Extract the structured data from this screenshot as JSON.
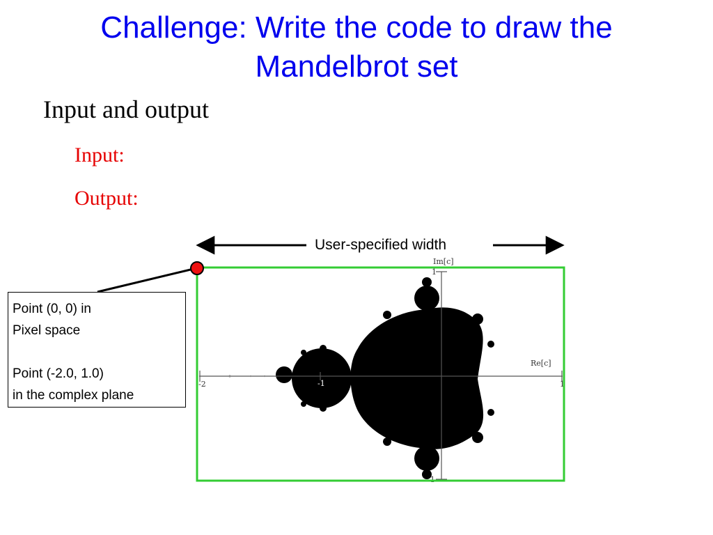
{
  "slide": {
    "title_line1": "Challenge: Write the code to draw the",
    "title_line2": "Mandelbrot set",
    "heading": "Input and output",
    "input_label": "Input:",
    "output_label": "Output:"
  },
  "diagram": {
    "width_label": "User-specified width",
    "callout": {
      "line1": "Point (0, 0) in",
      "line2": "Pixel space",
      "line3": "Point (-2.0, 1.0)",
      "line4": "in the complex plane"
    },
    "axes": {
      "im_label": "Im[c]",
      "re_label": "Re[c]",
      "re_tick_min": "-2",
      "re_tick_mid": "-1",
      "re_tick_max": "1",
      "im_tick_max": "1",
      "im_tick_min": "-1"
    },
    "colors": {
      "frame": "#33cc33",
      "origin_marker": "#ee1111",
      "title": "#0000ee",
      "labels": "#e60000",
      "set_fill": "#000000"
    }
  }
}
